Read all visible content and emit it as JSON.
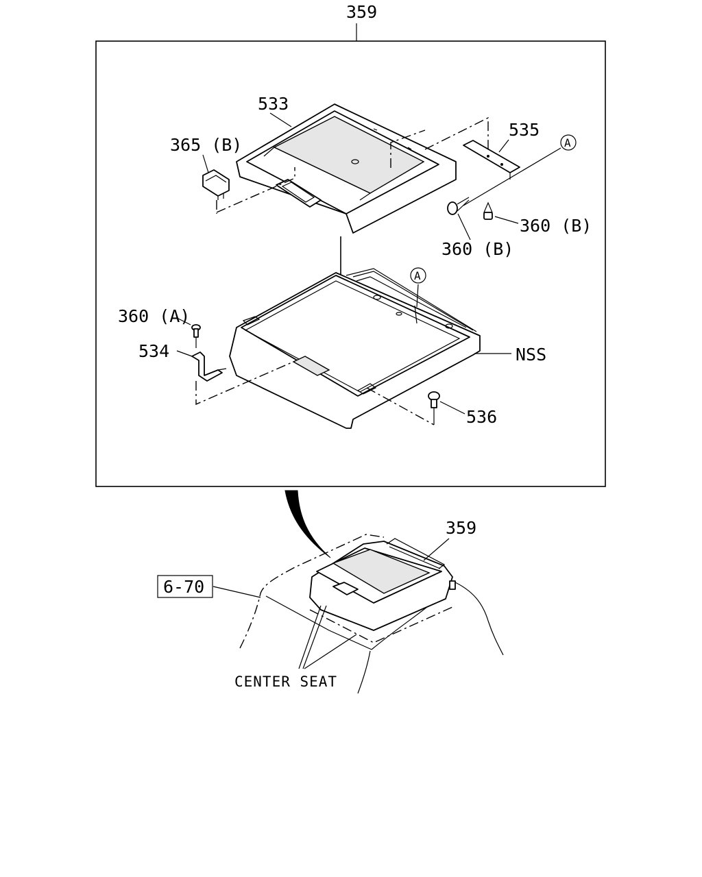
{
  "labels": {
    "assembly_top": "359",
    "lid": "533",
    "switch": "365 (B)",
    "bracket_right": "535",
    "ref_a_top": "A",
    "screw_360b_upper": "360 (B)",
    "screw_360b_lower": "360 (B)",
    "ref_a_box": "A",
    "screw_360a": "360 (A)",
    "bracket_left": "534",
    "nss": "NSS",
    "clip": "536",
    "assembly_bottom": "359",
    "ref_page": "6-70",
    "center_seat": "CENTER  SEAT"
  }
}
